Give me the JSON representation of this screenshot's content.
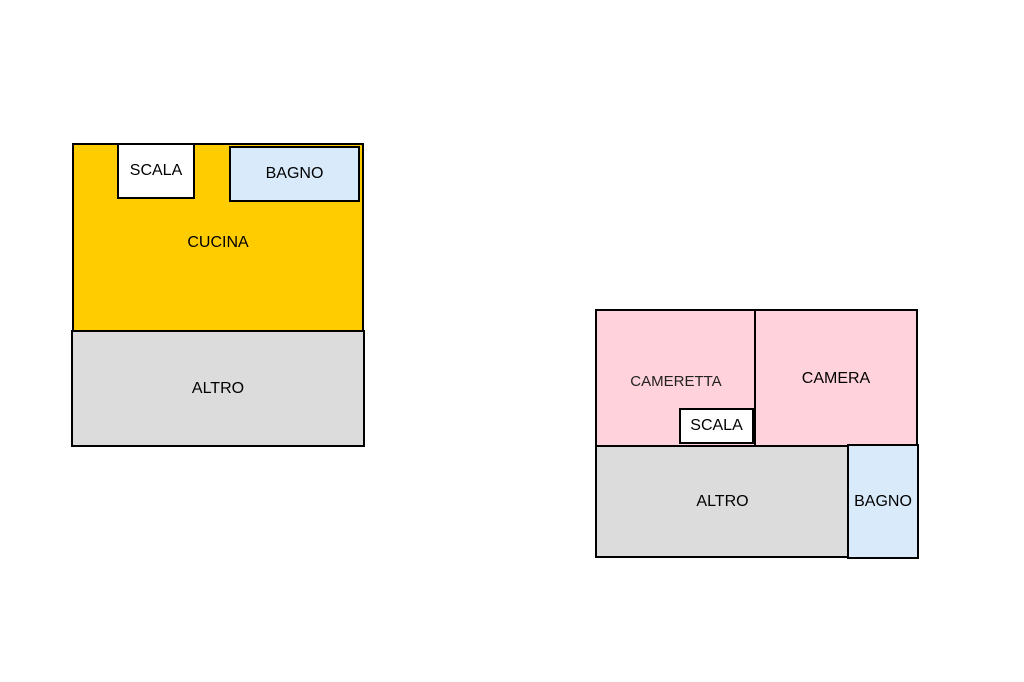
{
  "floor1": {
    "cucina": "CUCINA",
    "scala": "SCALA",
    "bagno": "BAGNO",
    "altro": "ALTRO"
  },
  "floor2": {
    "cameretta": "CAMERETTA",
    "camera": "CAMERA",
    "scala": "SCALA",
    "altro": "ALTRO",
    "bagno": "BAGNO"
  },
  "colors": {
    "kitchen": "#ffcc00",
    "bathroom": "#d9ebfb",
    "bedroom": "#ffd2dc",
    "other": "#dcdcdc",
    "stairs": "#ffffff"
  }
}
